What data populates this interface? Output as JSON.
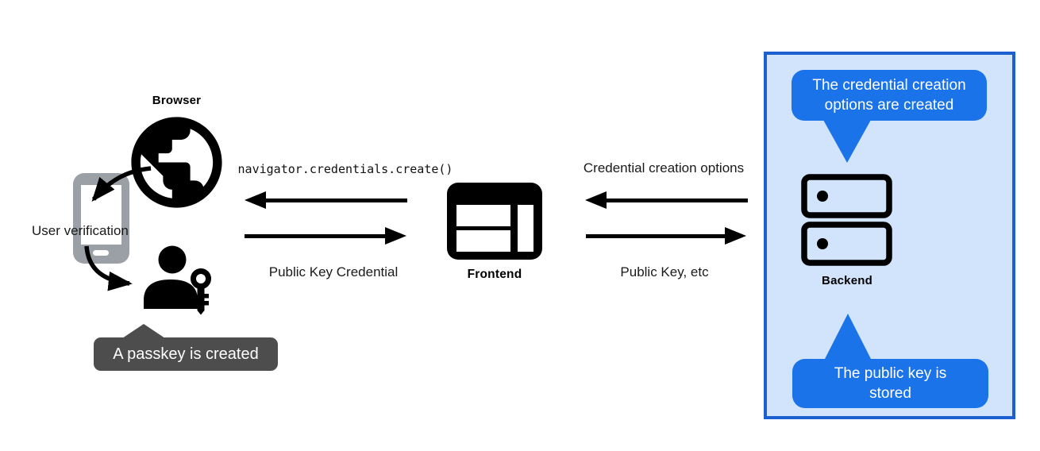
{
  "diagram": {
    "description": "Passkey registration flow diagram",
    "nodes": {
      "browser": {
        "label": "Browser",
        "icon": "globe-icon"
      },
      "user_verification": {
        "label": "User verification",
        "icon": "smartphone-icon"
      },
      "user": {
        "icon": "person-with-key-icon"
      },
      "frontend": {
        "label": "Frontend",
        "icon": "browser-window-icon"
      },
      "backend": {
        "label": "Backend",
        "icon": "server-stack-icon"
      }
    },
    "messages": {
      "create_call": "navigator.credentials.create()",
      "public_key_credential": "Public Key Credential",
      "credential_creation_options": "Credential creation options",
      "public_key_etc": "Public Key, etc"
    },
    "callouts": {
      "passkey_created": "A passkey is created",
      "options_created": "The credential creation options are created",
      "public_key_stored": "The public key is stored"
    },
    "palette": {
      "callout_blue": "#1a73e8",
      "panel_background": "#d2e3fc",
      "panel_border": "#1b5fd0",
      "dark_tooltip": "#4d4d4d",
      "phone_gray": "#9aa0a6",
      "ink": "#000000"
    }
  }
}
